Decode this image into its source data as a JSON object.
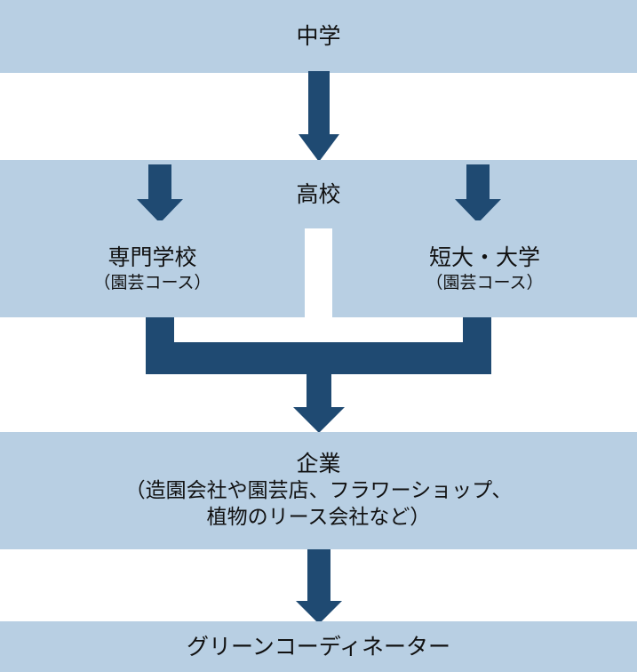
{
  "diagram": {
    "title": "グリーンコーディネーターへの進路",
    "colors": {
      "box": "#b8cfe3",
      "arrow": "#1f4a72",
      "text": "#111111"
    },
    "nodes": {
      "junior_high": {
        "label": "中学"
      },
      "high_school": {
        "label": "高校"
      },
      "vocational": {
        "label": "専門学校",
        "sub": "（園芸コース）"
      },
      "university": {
        "label": "短大・大学",
        "sub": "（園芸コース）"
      },
      "company": {
        "label": "企業",
        "sub_line1": "（造園会社や園芸店、フラワーショップ、",
        "sub_line2": "植物のリース会社など）"
      },
      "green_coordinator": {
        "label": "グリーンコーディネーター"
      }
    },
    "edges": [
      {
        "from": "junior_high",
        "to": "high_school"
      },
      {
        "from": "high_school",
        "to": "vocational"
      },
      {
        "from": "high_school",
        "to": "university"
      },
      {
        "from": "vocational",
        "to": "company"
      },
      {
        "from": "university",
        "to": "company"
      },
      {
        "from": "company",
        "to": "green_coordinator"
      }
    ]
  }
}
